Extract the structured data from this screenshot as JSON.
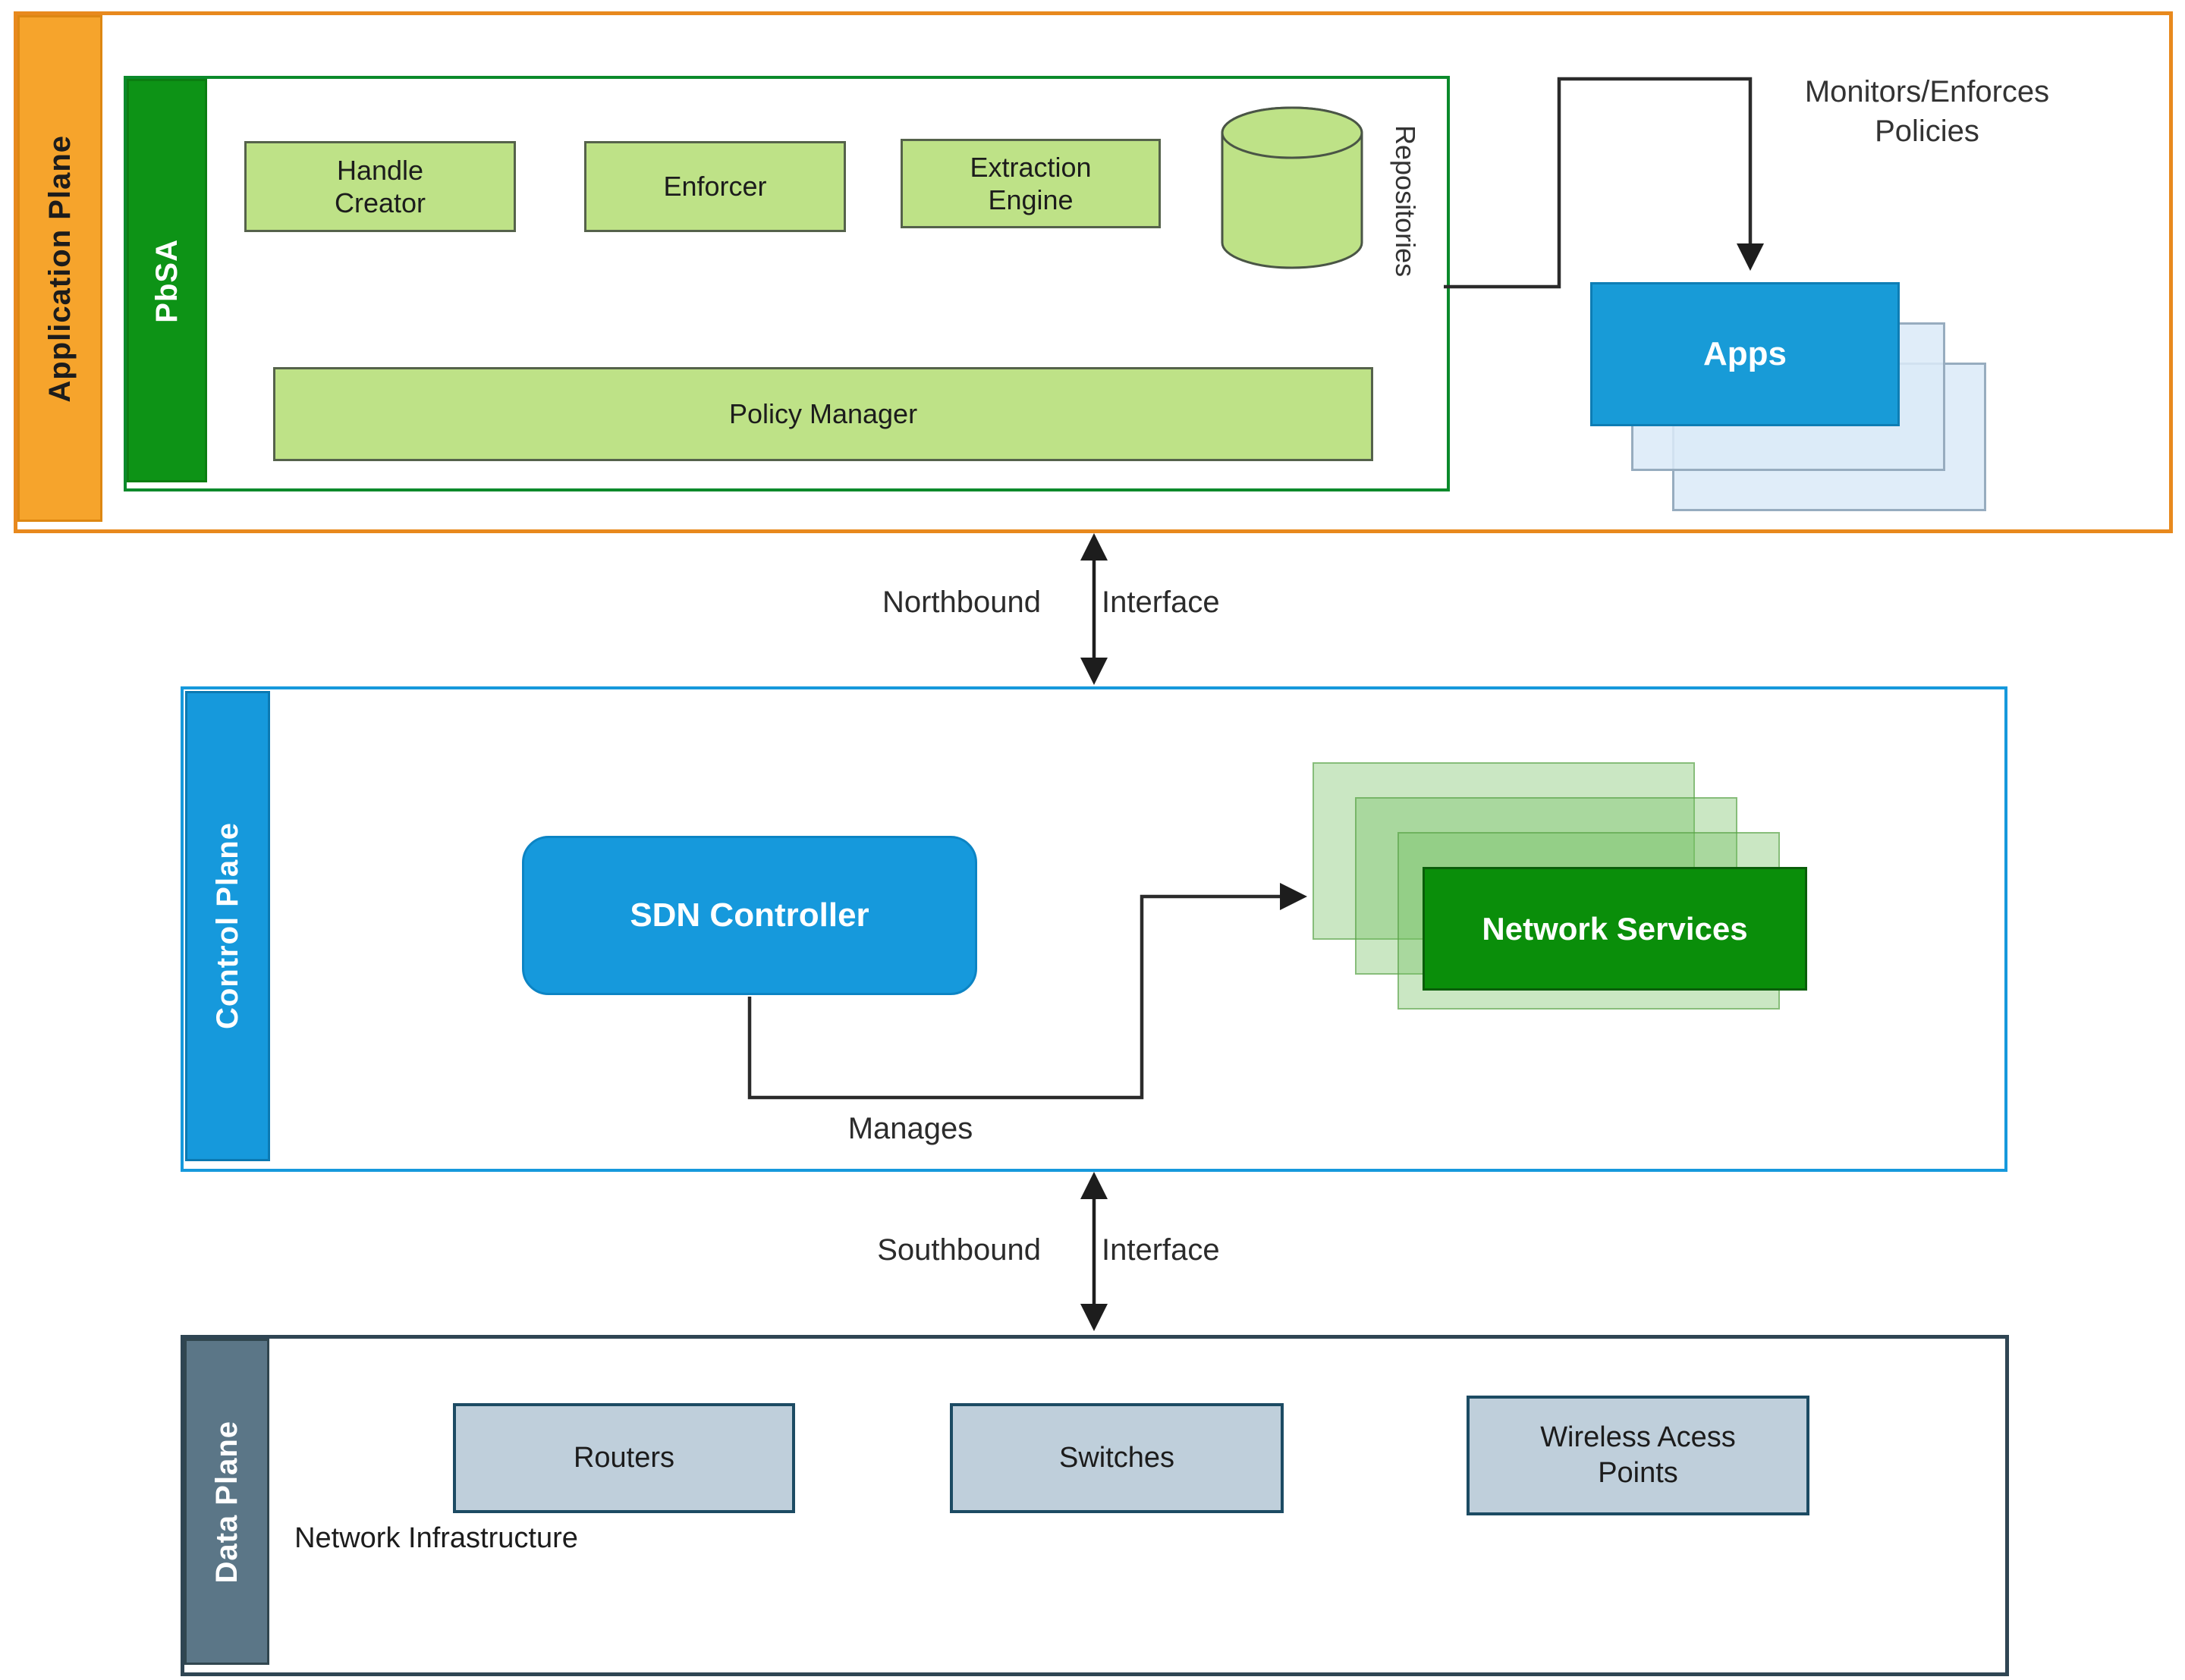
{
  "application_plane": {
    "label": "Application Plane",
    "pbsa": {
      "label": "PbSA",
      "components": [
        "Handle Creator",
        "Enforcer",
        "Extraction Engine"
      ],
      "repositories_label": "Repositories",
      "policy_manager_label": "Policy Manager"
    },
    "apps_label": "Apps",
    "annotation": "Monitors/Enforces Policies"
  },
  "interfaces": {
    "northbound": {
      "label_left": "Northbound",
      "label_right": "Interface"
    },
    "southbound": {
      "label_left": "Southbound",
      "label_right": "Interface"
    }
  },
  "control_plane": {
    "label": "Control Plane",
    "sdn_controller_label": "SDN Controller",
    "manages_label": "Manages",
    "network_services_label": "Network Services"
  },
  "data_plane": {
    "label": "Data Plane",
    "devices": [
      "Routers",
      "Switches",
      "Wireless Acess Points"
    ],
    "infrastructure_label": "Network Infrastructure"
  },
  "colors": {
    "application_plane_orange": "#F6A42C",
    "pbsa_green": "#0D9316",
    "component_green": "#BEE287",
    "apps_blue": "#189BD7",
    "control_blue": "#1699DC",
    "network_services_green": "#0A8E0A",
    "data_plane_slate": "#5B7687",
    "device_fill": "#BFCFDB"
  }
}
